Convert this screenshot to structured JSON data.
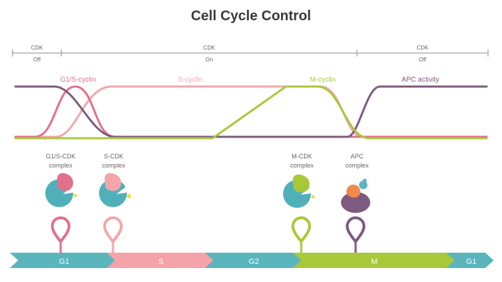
{
  "title": "Cell Cycle Control",
  "cdk_states": [
    {
      "top": "CDK",
      "bottom": "Off"
    },
    {
      "top": "CDK",
      "bottom": "On"
    },
    {
      "top": "CDK",
      "bottom": "Off"
    }
  ],
  "curves": [
    {
      "label": "G1/S-cyclin",
      "color": "#e2708a"
    },
    {
      "label": "S-cyclin",
      "color": "#f2a6a9"
    },
    {
      "label": "M-cyclin",
      "color": "#a8c83a"
    },
    {
      "label": "APC activity",
      "color": "#7d5a7e"
    }
  ],
  "complexes": [
    {
      "line1": "G1/S-CDK",
      "line2": "complex",
      "cyclin_color": "#e2708a",
      "pin_color": "#e2708a"
    },
    {
      "line1": "S-CDK",
      "line2": "complex",
      "cyclin_color": "#f2a6a9",
      "pin_color": "#f2a6a9"
    },
    {
      "line1": "M-CDK",
      "line2": "complex",
      "cyclin_color": "#a8c83a",
      "pin_color": "#a8c83a"
    },
    {
      "line1": "APC",
      "line2": "complex",
      "cyclin_color": "#f08a4b",
      "pin_color": "#7d5a7e"
    }
  ],
  "phases": [
    {
      "label": "G1",
      "color": "#5ab5bd"
    },
    {
      "label": "S",
      "color": "#f4a3a8"
    },
    {
      "label": "G2",
      "color": "#5ab5bd"
    },
    {
      "label": "M",
      "color": "#a8c83a"
    },
    {
      "label": "G1",
      "color": "#5ab5bd"
    }
  ],
  "colors": {
    "cdk_teal": "#4fb0b9",
    "text": "#333333",
    "muted": "#777777",
    "axis": "#888888"
  }
}
